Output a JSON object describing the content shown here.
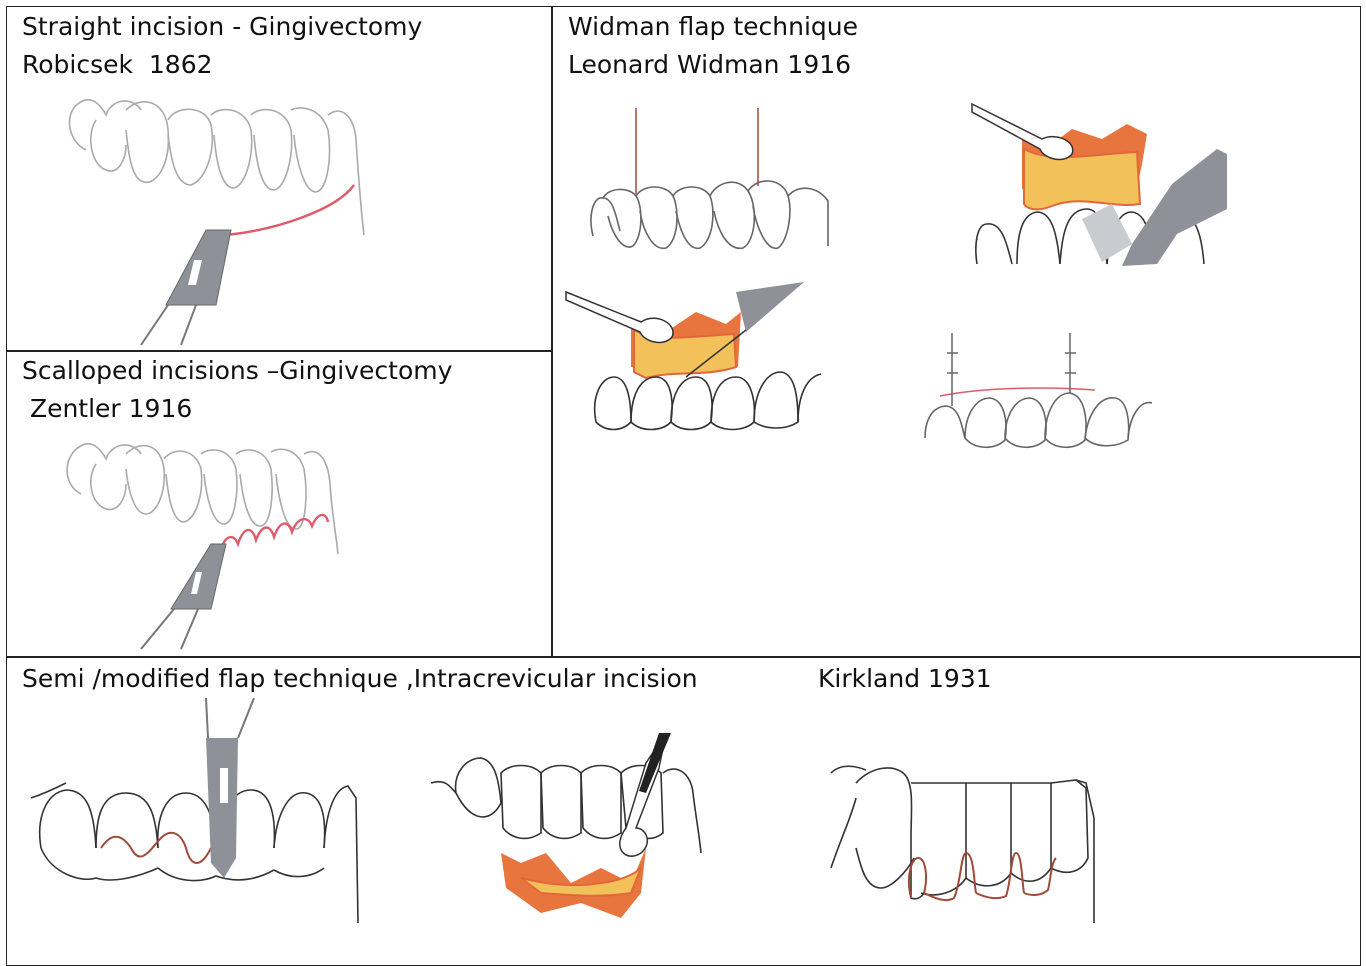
{
  "cells": {
    "straight": {
      "title": "Straight incision - Gingivectomy",
      "author": "Robicsek  1862"
    },
    "scalloped": {
      "title": "Scalloped incisions –Gingivectomy",
      "author": " Zentler 1916"
    },
    "widman": {
      "title": "Widman flap technique",
      "author": "Leonard Widman 1916"
    },
    "semi": {
      "title": "Semi /modified flap technique ,Intracrevicular incision"
    },
    "kirkland": {
      "title": "Kirkland 1931"
    }
  },
  "icons": [
    "teeth-illustration",
    "scalpel-icon",
    "curette-icon",
    "suture-icon"
  ],
  "colors": {
    "incision_red": "#e05a6a",
    "incision_brown": "#a24a3a",
    "flap_yellow": "#f2c15a",
    "flap_orange": "#e8743e",
    "instrument_gray": "#8e9298"
  }
}
